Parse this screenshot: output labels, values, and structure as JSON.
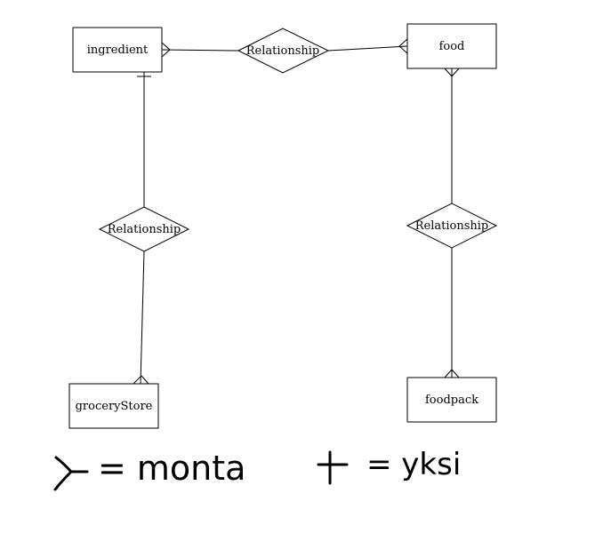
{
  "diagram": {
    "entities": {
      "ingredient": "ingredient",
      "food": "food",
      "groceryStore": "groceryStore",
      "foodpack": "foodpack"
    },
    "relationships": {
      "top": "Relationship",
      "left": "Relationship",
      "right": "Relationship"
    },
    "legend": {
      "many_text": "= monta",
      "one_text": "= yksi"
    }
  }
}
